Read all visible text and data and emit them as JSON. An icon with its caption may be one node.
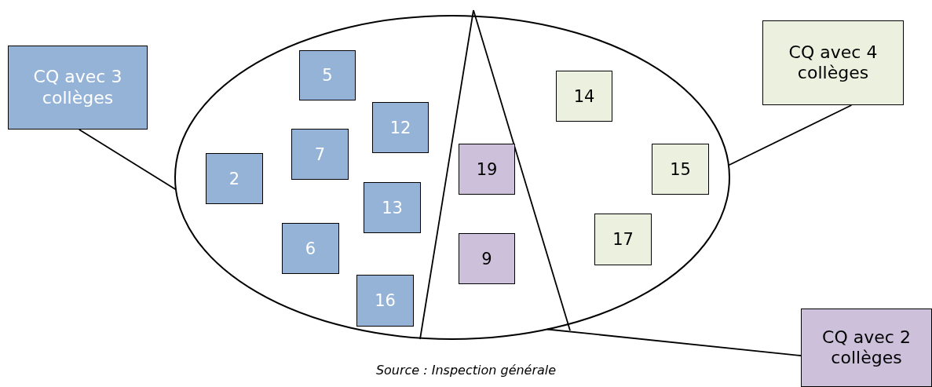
{
  "diagram": {
    "caption": "Source : Inspection générale",
    "nodes": [
      {
        "text": [
          "CQ avec 3 collèges"
        ]
      },
      {
        "text": [],
        "shape": "ellipse"
      },
      {
        "text": [
          "5"
        ],
        "in": 1
      },
      {
        "text": [
          "14"
        ],
        "in": 1
      },
      {
        "text": [
          "12"
        ],
        "in": 1
      },
      {
        "text": [
          "7"
        ],
        "in": 1
      },
      {
        "text": [
          "19"
        ],
        "in": 1
      },
      {
        "text": [
          "15"
        ],
        "in": 1
      },
      {
        "text": [
          "2"
        ],
        "in": 1
      },
      {
        "text": [
          "13"
        ],
        "in": 1
      },
      {
        "text": [
          "17"
        ],
        "in": 1
      },
      {
        "text": [
          "6"
        ],
        "in": 1
      },
      {
        "text": [
          "9"
        ],
        "in": 1
      },
      {
        "text": [
          "16"
        ],
        "in": 1
      },
      {
        "text": [
          "CQ avec 4 collèges"
        ]
      },
      {
        "text": [
          "CQ avec 2 collèges"
        ]
      }
    ],
    "edges": [
      {
        "from": 0,
        "to": 1,
        "arrow": "none"
      },
      {
        "from": 14,
        "to": 1,
        "arrow": "none"
      },
      {
        "from": 15,
        "to": 1,
        "arrow": "none"
      }
    ]
  }
}
